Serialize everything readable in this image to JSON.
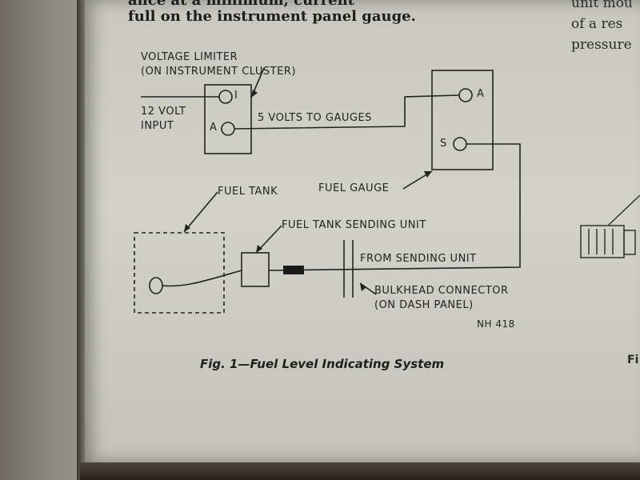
{
  "body_text": {
    "line1": "ance at a minimum, current",
    "line2": "full on the instrument panel gauge."
  },
  "right_column": {
    "line1": "unit mou",
    "line2": "of a res",
    "line3": "pressure",
    "caption_fragment": "Fi"
  },
  "diagram": {
    "voltage_limiter_line1": "VOLTAGE LIMITER",
    "voltage_limiter_line2": "(ON INSTRUMENT CLUSTER)",
    "input_line1": "12 VOLT",
    "input_line2": "INPUT",
    "terminal_i": "I",
    "terminal_a_limiter": "A",
    "five_volts": "5 VOLTS TO GAUGES",
    "terminal_a_gauge": "A",
    "terminal_s_gauge": "S",
    "fuel_tank": "FUEL TANK",
    "fuel_gauge": "FUEL GAUGE",
    "sending_unit": "FUEL TANK SENDING UNIT",
    "from_sending_unit": "FROM SENDING UNIT",
    "bulkhead_line1": "BULKHEAD CONNECTOR",
    "bulkhead_line2": "(ON DASH PANEL)",
    "figure_id": "NH 418"
  },
  "caption": "Fig. 1—Fuel Level Indicating System"
}
